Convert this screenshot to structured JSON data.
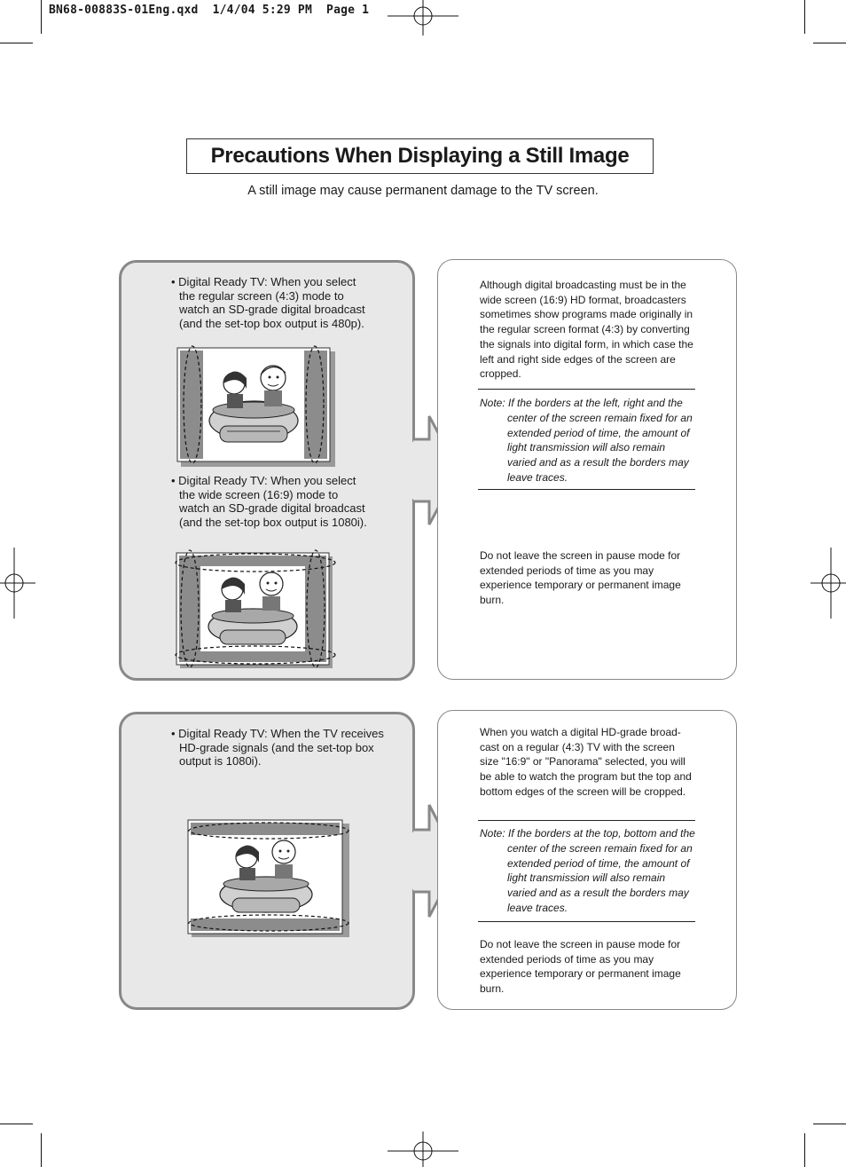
{
  "printer_header": "BN68-00883S-01Eng.qxd  1/4/04 5:29 PM  Page 1",
  "title": "Precautions When Displaying a Still Image",
  "subtitle": "A still image may cause permanent damage to the TV screen.",
  "section1": {
    "bullet_a": "• Digital Ready TV: When you select the regular screen (4:3) mode to watch an SD-grade digital broadcast (and the set-top box output is 480p).",
    "bullet_b": "• Digital Ready TV: When you select the wide screen (16:9) mode to watch an SD-grade digital broadcast (and the set-top box output is 1080i).",
    "body": "Although digital broadcasting must be in the wide screen (16:9) HD format, broadcasters sometimes show programs made originally in the regular screen format (4:3) by converting the signals into digital form, in which case the left and right side edges of the screen are cropped.",
    "note": "Note: If the borders at the left, right and the center of the screen remain fixed for an extended period of time, the amount of light transmission will also remain varied and as a result the borders may leave traces.",
    "warning": "Do not leave the screen in pause mode for extended periods of time as you may experience temporary or permanent image burn."
  },
  "section2": {
    "bullet": "• Digital Ready TV: When the TV receives HD-grade signals (and the set-top box output is 1080i).",
    "body": "When you watch a digital HD-grade broad-cast on a regular (4:3) TV with the screen size \"16:9\" or \"Panorama\" selected, you will be able to watch the program but the top and bottom edges of the screen will be cropped.",
    "note": "Note: If the borders at the top, bottom and the center of the screen remain fixed for an extended period of time, the amount of light transmission will also remain varied and as a result the borders may leave traces.",
    "warning": "Do not leave the screen in pause mode for extended periods of time as you may experience temporary or permanent image burn."
  },
  "colors": {
    "panel_fill": "#e8e8e8",
    "panel_border": "#888888",
    "text": "#1a1a1a"
  }
}
